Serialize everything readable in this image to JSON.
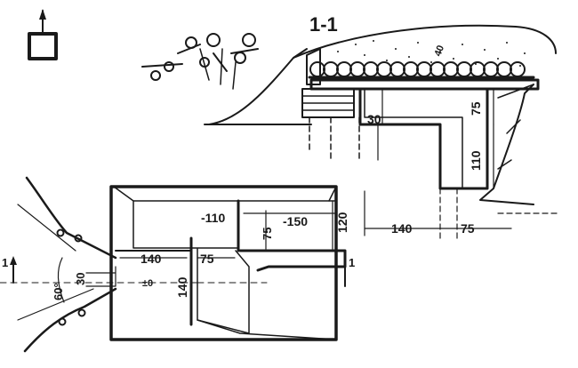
{
  "section": {
    "title": "1-1"
  },
  "section_dimensions": {
    "roof_layer": "40",
    "step_height": "30",
    "niche_height": "75",
    "passage_height": "110",
    "passage_length": "140",
    "niche_depth": "75"
  },
  "plan_dimensions": {
    "chamber_length": "-110",
    "passage_length": "-150",
    "chamber_width": "120",
    "niche_width": "75",
    "entrance_length": "140",
    "step_width": "75",
    "embrasure_width": "30",
    "sector_angle": "60°",
    "floor_level": "±0",
    "chamber_depth": "140"
  },
  "markers": {
    "cut_left": "1",
    "cut_right": "1"
  }
}
